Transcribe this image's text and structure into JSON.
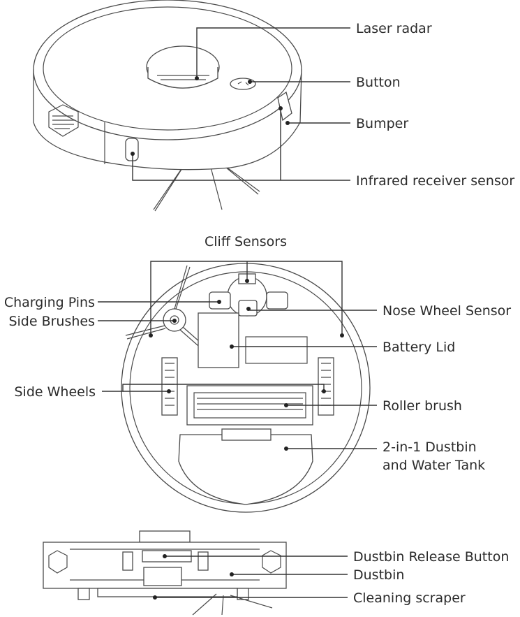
{
  "top_view": {
    "labels": {
      "laser_radar": "Laser radar",
      "button": "Button",
      "bumper": "Bumper",
      "infrared_receiver_sensor": "Infrared receiver sensor"
    }
  },
  "bottom_view": {
    "labels": {
      "cliff_sensors": "Cliff Sensors",
      "charging_pins": "Charging Pins",
      "side_brushes": "Side Brushes",
      "nose_wheel_sensor": "Nose Wheel Sensor",
      "battery_lid": "Battery Lid",
      "side_wheels": "Side Wheels",
      "roller_brush": "Roller brush",
      "dustbin_water_tank_line1": "2-in-1 Dustbin",
      "dustbin_water_tank_line2": "and Water Tank"
    }
  },
  "side_view": {
    "labels": {
      "dustbin_release_button": "Dustbin Release Button",
      "dustbin": "Dustbin",
      "cleaning_scraper": "Cleaning scraper"
    }
  },
  "icons": [
    "hexagon-grille-icon",
    "side-brush-icon"
  ]
}
